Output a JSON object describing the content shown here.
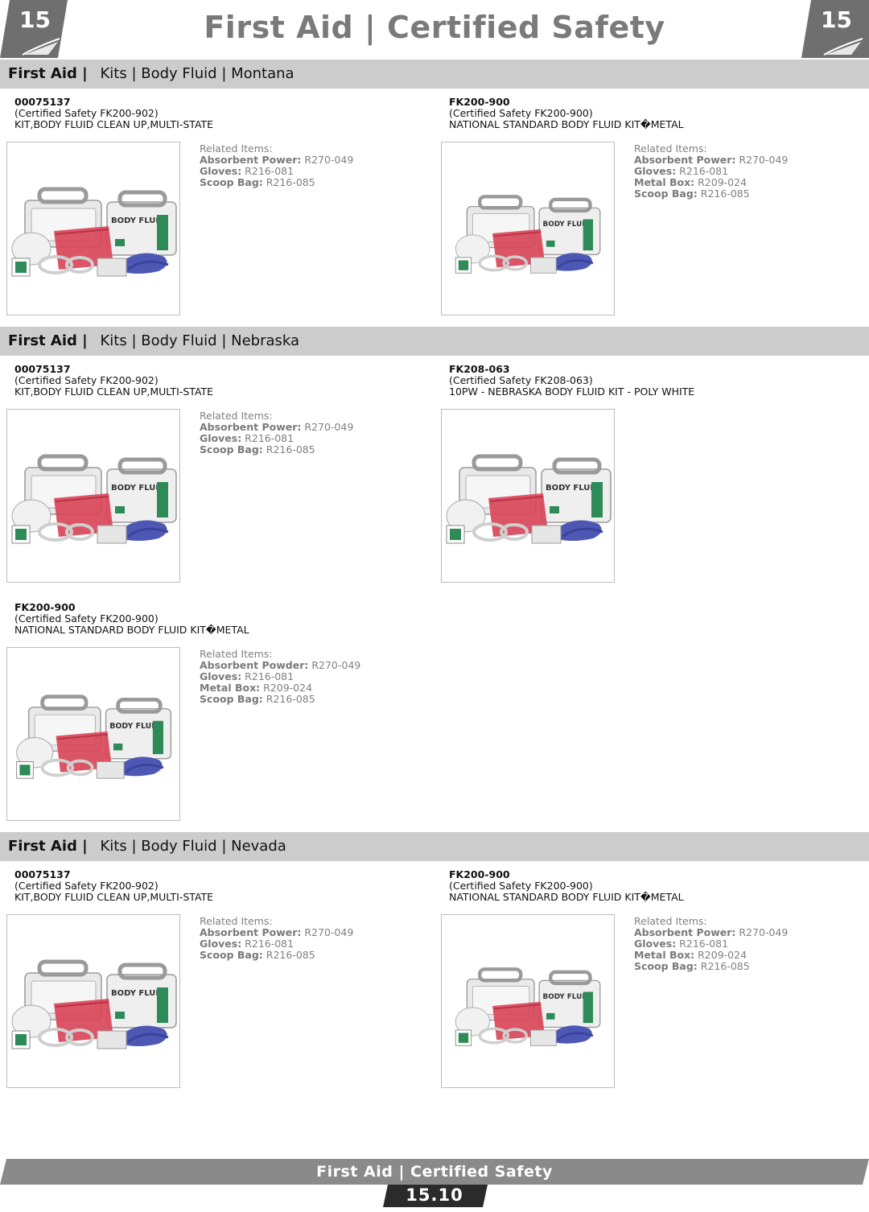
{
  "header": {
    "tab_left": "15",
    "tab_right": "15",
    "title": "First Aid  | Certified Safety"
  },
  "sections": [
    {
      "category": "First Aid |",
      "path": "Kits | Body Fluid | Montana",
      "products": [
        {
          "id": "00075137",
          "brand_ref": "(Certified Safety FK200-902)",
          "description": "KIT,BODY FLUID CLEAN UP,MULTI-STATE",
          "related_heading": "Related Items:",
          "related": [
            {
              "label": "Absorbent Power:",
              "value": " R270-049"
            },
            {
              "label": "Gloves:",
              "value": " R216-081"
            },
            {
              "label": "Scoop Bag:",
              "value": " R216-085"
            }
          ]
        },
        {
          "id": "FK200-900",
          "brand_ref": "(Certified Safety FK200-900)",
          "description": "NATIONAL STANDARD BODY FLUID KIT�METAL",
          "related_heading": "Related Items:",
          "related": [
            {
              "label": "Absorbent Power:",
              "value": " R270-049"
            },
            {
              "label": "Gloves:",
              "value": " R216-081"
            },
            {
              "label": "Metal Box:",
              "value": " R209-024"
            },
            {
              "label": "Scoop Bag:",
              "value": " R216-085"
            }
          ]
        }
      ]
    },
    {
      "category": "First Aid |",
      "path": "Kits | Body Fluid | Nebraska",
      "products": [
        {
          "id": "00075137",
          "brand_ref": "(Certified Safety FK200-902)",
          "description": "KIT,BODY FLUID CLEAN UP,MULTI-STATE",
          "related_heading": "Related Items:",
          "related": [
            {
              "label": "Absorbent Power:",
              "value": " R270-049"
            },
            {
              "label": "Gloves:",
              "value": " R216-081"
            },
            {
              "label": "Scoop Bag:",
              "value": " R216-085"
            }
          ]
        },
        {
          "id": "FK208-063",
          "brand_ref": "(Certified Safety FK208-063)",
          "description": "10PW - NEBRASKA BODY FLUID KIT - POLY WHITE",
          "related_heading": "",
          "related": []
        },
        {
          "id": "FK200-900",
          "brand_ref": "(Certified Safety FK200-900)",
          "description": "NATIONAL STANDARD BODY FLUID KIT�METAL",
          "related_heading": "Related Items:",
          "related": [
            {
              "label": "Absorbent Powder:",
              "value": " R270-049"
            },
            {
              "label": "Gloves:",
              "value": " R216-081"
            },
            {
              "label": "Metal Box:",
              "value": " R209-024"
            },
            {
              "label": "Scoop Bag:",
              "value": " R216-085"
            }
          ]
        }
      ]
    },
    {
      "category": "First Aid |",
      "path": "Kits | Body Fluid | Nevada",
      "products": [
        {
          "id": "00075137",
          "brand_ref": "(Certified Safety FK200-902)",
          "description": "KIT,BODY FLUID CLEAN UP,MULTI-STATE",
          "related_heading": "Related Items:",
          "related": [
            {
              "label": "Absorbent Power:",
              "value": " R270-049"
            },
            {
              "label": "Gloves:",
              "value": " R216-081"
            },
            {
              "label": "Scoop Bag:",
              "value": " R216-085"
            }
          ]
        },
        {
          "id": "FK200-900",
          "brand_ref": "(Certified Safety FK200-900)",
          "description": "NATIONAL STANDARD BODY FLUID KIT�METAL",
          "related_heading": "Related Items:",
          "related": [
            {
              "label": "Absorbent Power:",
              "value": " R270-049"
            },
            {
              "label": "Gloves:",
              "value": " R216-081"
            },
            {
              "label": "Metal Box:",
              "value": " R209-024"
            },
            {
              "label": "Scoop Bag:",
              "value": " R216-085"
            }
          ]
        }
      ]
    }
  ],
  "footer": {
    "title": "First Aid  | Certified Safety",
    "page_number": "15.10"
  },
  "colors": {
    "section_bar": "#cccccc",
    "tab_dark": "#6f6f6f",
    "title_gray": "#7a7a7a",
    "footer_band": "#8a8a8a",
    "page_tab": "#2b2b2b"
  }
}
